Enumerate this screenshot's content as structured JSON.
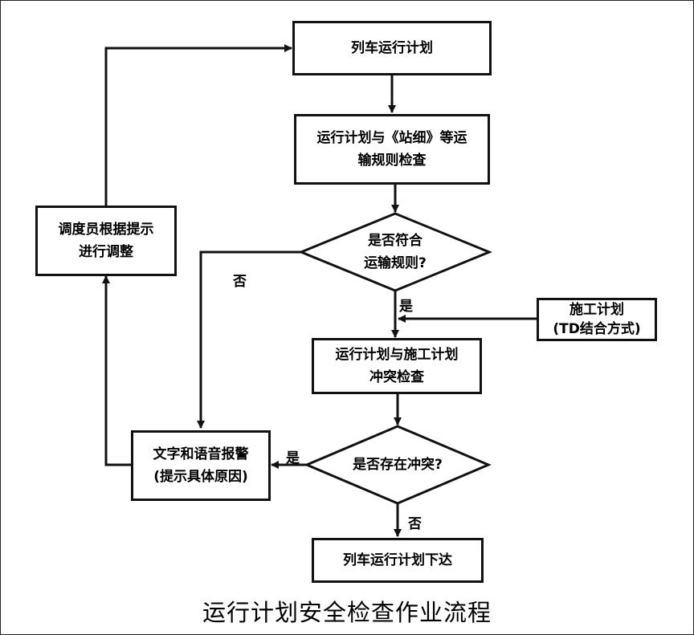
{
  "nodes": {
    "train_plan": "列车运行计划",
    "rule_check_1": "运行计划与《站细》等运",
    "rule_check_2": "输规则检查",
    "match_rule_1": "是否符合",
    "match_rule_2": "运输规则?",
    "construction_1": "施工计划",
    "construction_2": "(TD结合方式)",
    "conflict_check_1": "运行计划与施工计划",
    "conflict_check_2": "冲突检查",
    "has_conflict": "是否存在冲突?",
    "issue_plan": "列车运行计划下达",
    "alarm_1": "文字和语音报警",
    "alarm_2": "(提示具体原因)",
    "adjust_1": "调度员根据提示",
    "adjust_2": "进行调整"
  },
  "edge_labels": {
    "no_1": "否",
    "yes_1": "是",
    "yes_2": "是",
    "no_2": "否"
  },
  "caption": "运行计划安全检查作业流程"
}
